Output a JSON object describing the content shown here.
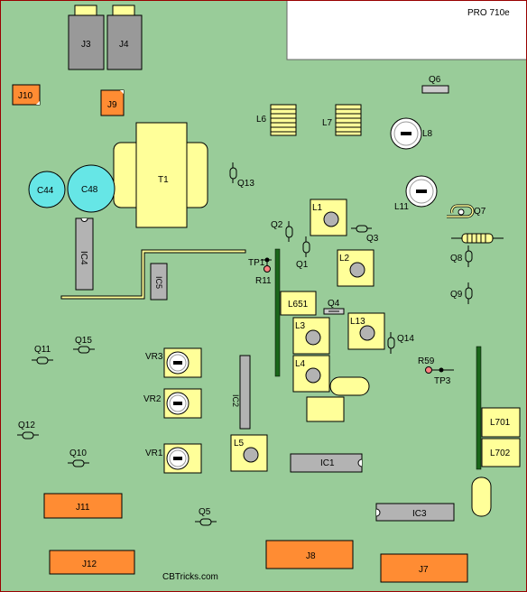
{
  "board": {
    "model": "PRO 710e",
    "credit": "CBTricks.com",
    "colors": {
      "pcb": "#99cc99",
      "border": "#990000",
      "jack": "#ff8c33",
      "coil": "#ffff99",
      "cap": "#66e6e6",
      "ic": "#b3b3b3",
      "bar": "#1a661a"
    }
  },
  "components": {
    "J3": "J3",
    "J4": "J4",
    "J9": "J9",
    "J10": "J10",
    "J11": "J11",
    "J12": "J12",
    "J7": "J7",
    "J8": "J8",
    "T1": "T1",
    "C44": "C44",
    "C48": "C48",
    "IC4": "IC4",
    "IC5": "IC5",
    "IC2": "IC2",
    "IC1": "IC1",
    "IC3": "IC3",
    "L1": "L1",
    "L2": "L2",
    "L3": "L3",
    "L4": "L4",
    "L5": "L5",
    "L6": "L6",
    "L7": "L7",
    "L8": "L8",
    "L11": "L11",
    "L13": "L13",
    "L651": "L651",
    "L701": "L701",
    "L702": "L702",
    "Q1": "Q1",
    "Q2": "Q2",
    "Q3": "Q3",
    "Q4": "Q4",
    "Q5": "Q5",
    "Q6": "Q6",
    "Q7": "Q7",
    "Q8": "Q8",
    "Q9": "Q9",
    "Q10": "Q10",
    "Q11": "Q11",
    "Q12": "Q12",
    "Q13": "Q13",
    "Q14": "Q14",
    "Q15": "Q15",
    "VR1": "VR1",
    "VR2": "VR2",
    "VR3": "VR3",
    "TP1": "TP1",
    "TP3": "TP3",
    "R11": "R11",
    "R59": "R59"
  }
}
